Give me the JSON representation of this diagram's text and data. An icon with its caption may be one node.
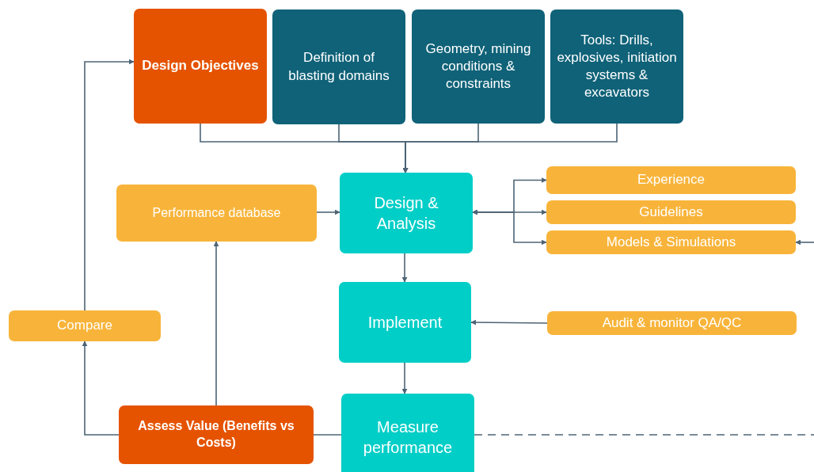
{
  "diagram": {
    "nodes": [
      {
        "text": [
          "Design Objectives"
        ]
      },
      {
        "text": [
          "Definition of blasting domains"
        ]
      },
      {
        "text": [
          "Geometry, mining conditions & constraints"
        ]
      },
      {
        "text": [
          "Tools: Drills, explosives, initiation systems & excavators"
        ]
      },
      {
        "text": [
          "Performance database"
        ]
      },
      {
        "text": [
          "Design & Analysis"
        ]
      },
      {
        "text": [
          "Experience"
        ]
      },
      {
        "text": [
          "Guidelines"
        ]
      },
      {
        "text": [
          "Models & Simulations"
        ]
      },
      {
        "text": [
          "Compare"
        ]
      },
      {
        "text": [
          "Implement"
        ]
      },
      {
        "text": [
          "Audit & monitor QA/QC"
        ]
      },
      {
        "text": [
          "Assess Value (Benefits vs Costs)"
        ]
      },
      {
        "text": [
          "Measure performance"
        ]
      }
    ],
    "edges": [
      {
        "from": 0,
        "to": 5,
        "arrow": "to"
      },
      {
        "from": 1,
        "to": 5,
        "arrow": "to"
      },
      {
        "from": 2,
        "to": 5,
        "arrow": "to"
      },
      {
        "from": 3,
        "to": 5,
        "arrow": "to"
      },
      {
        "from": 4,
        "to": 5,
        "arrow": "to"
      },
      {
        "from": 5,
        "to": 6,
        "arrow": "both"
      },
      {
        "from": 5,
        "to": 7,
        "arrow": "both"
      },
      {
        "from": 5,
        "to": 8,
        "arrow": "both"
      },
      {
        "from": null,
        "to": 8,
        "arrow": "to"
      },
      {
        "from": 5,
        "to": 10,
        "arrow": "to"
      },
      {
        "from": 11,
        "to": 10,
        "arrow": "to"
      },
      {
        "from": 10,
        "to": 13,
        "arrow": "to"
      },
      {
        "from": 13,
        "to": 12,
        "arrow": "none"
      },
      {
        "from": 12,
        "to": 9,
        "arrow": "to"
      },
      {
        "from": 12,
        "to": 4,
        "arrow": "to"
      },
      {
        "from": 9,
        "to": 0,
        "arrow": "to"
      },
      {
        "from": 13,
        "to": null,
        "arrow": "none",
        "style": "dashed"
      }
    ]
  }
}
